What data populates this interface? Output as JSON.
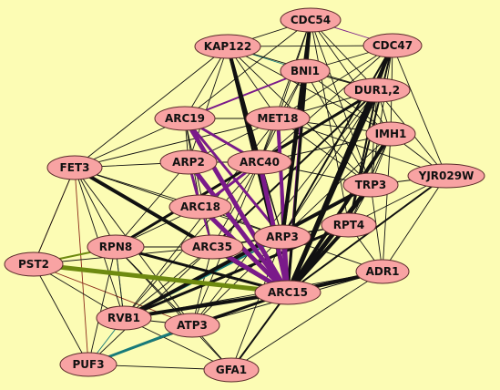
{
  "colors": {
    "background": "#fcfcb4",
    "node_fill": "#f8a3a3",
    "node_stroke": "#5a2a2a",
    "edge_default": "#111111",
    "edge_purple": "#7a1a8a",
    "edge_olive": "#6e8a10",
    "edge_teal": "#177a7a",
    "edge_brown": "#8a2a1a"
  },
  "nodes": [
    {
      "id": "CDC54",
      "label": "CDC54"
    },
    {
      "id": "KAP122",
      "label": "KAP122"
    },
    {
      "id": "CDC47",
      "label": "CDC47"
    },
    {
      "id": "BNI1",
      "label": "BNI1"
    },
    {
      "id": "DUR12",
      "label": "DUR1,2"
    },
    {
      "id": "ARC19",
      "label": "ARC19"
    },
    {
      "id": "MET18",
      "label": "MET18"
    },
    {
      "id": "IMH1",
      "label": "IMH1"
    },
    {
      "id": "FET3",
      "label": "FET3"
    },
    {
      "id": "ARP2",
      "label": "ARP2"
    },
    {
      "id": "ARC40",
      "label": "ARC40"
    },
    {
      "id": "YJR029W",
      "label": "YJR029W"
    },
    {
      "id": "TRP3",
      "label": "TRP3"
    },
    {
      "id": "ARC18",
      "label": "ARC18"
    },
    {
      "id": "RPT4",
      "label": "RPT4"
    },
    {
      "id": "ARP3",
      "label": "ARP3"
    },
    {
      "id": "RPN8",
      "label": "RPN8"
    },
    {
      "id": "ARC35",
      "label": "ARC35"
    },
    {
      "id": "PST2",
      "label": "PST2"
    },
    {
      "id": "ADR1",
      "label": "ADR1"
    },
    {
      "id": "ARC15",
      "label": "ARC15"
    },
    {
      "id": "RVB1",
      "label": "RVB1"
    },
    {
      "id": "ATP3",
      "label": "ATP3"
    },
    {
      "id": "PUF3",
      "label": "PUF3"
    },
    {
      "id": "GFA1",
      "label": "GFA1"
    }
  ],
  "edges": [
    [
      "ARC15",
      "ARC19",
      "purple",
      5
    ],
    [
      "ARC15",
      "ARP2",
      "purple",
      5
    ],
    [
      "ARC15",
      "ARC40",
      "purple",
      5
    ],
    [
      "ARC15",
      "ARC18",
      "purple",
      5
    ],
    [
      "ARC15",
      "MET18",
      "purple",
      4
    ],
    [
      "ARC15",
      "ARC35",
      "purple",
      5
    ],
    [
      "ARC15",
      "BNI1",
      "purple",
      3
    ],
    [
      "ARC15",
      "ARP3",
      "purple",
      4
    ],
    [
      "ARC19",
      "ARC40",
      "purple",
      3
    ],
    [
      "ARC19",
      "ARP3",
      "purple",
      3
    ],
    [
      "ARP2",
      "ARC18",
      "purple",
      3
    ],
    [
      "ARP2",
      "ARC35",
      "purple",
      2
    ],
    [
      "ARC40",
      "ARC18",
      "purple",
      3
    ],
    [
      "BNI1",
      "ARC19",
      "purple",
      2
    ],
    [
      "CDC54",
      "CDC47",
      "purple",
      1
    ],
    [
      "PST2",
      "ARC15",
      "olive",
      5
    ],
    [
      "PST2",
      "RPN8",
      "olive",
      2
    ],
    [
      "RVB1",
      "ARP3",
      "teal",
      2
    ],
    [
      "PUF3",
      "ATP3",
      "teal",
      3
    ],
    [
      "KAP122",
      "BNI1",
      "teal",
      1
    ],
    [
      "RVB1",
      "PUF3",
      "teal",
      1
    ],
    [
      "RVB1",
      "RPN8",
      "teal",
      1
    ],
    [
      "FET3",
      "PUF3",
      "brown",
      1
    ],
    [
      "FET3",
      "PST2",
      "brown",
      1
    ],
    [
      "PST2",
      "ATP3",
      "brown",
      1
    ],
    [
      "ARC15",
      "CDC54",
      "black",
      3
    ],
    [
      "ARC15",
      "CDC47",
      "black",
      4
    ],
    [
      "ARC15",
      "DUR12",
      "black",
      5
    ],
    [
      "ARC15",
      "IMH1",
      "black",
      4
    ],
    [
      "ARC15",
      "TRP3",
      "black",
      5
    ],
    [
      "ARC15",
      "RPT4",
      "black",
      4
    ],
    [
      "ARC15",
      "ADR1",
      "black",
      4
    ],
    [
      "ARC15",
      "RPN8",
      "black",
      3
    ],
    [
      "ARC15",
      "RVB1",
      "black",
      4
    ],
    [
      "ARC15",
      "ATP3",
      "black",
      3
    ],
    [
      "ARC15",
      "GFA1",
      "black",
      2
    ],
    [
      "ARC15",
      "FET3",
      "black",
      4
    ],
    [
      "ARC15",
      "KAP122",
      "black",
      3
    ],
    [
      "ARC15",
      "YJR029W",
      "black",
      2
    ],
    [
      "ARC15",
      "PUF3",
      "black",
      1
    ],
    [
      "KAP122",
      "ARC40",
      "black",
      4
    ],
    [
      "CDC54",
      "ARP3",
      "black",
      4
    ],
    [
      "BNI1",
      "ARP3",
      "black",
      4
    ],
    [
      "DUR12",
      "RPN8",
      "black",
      3
    ],
    [
      "DUR12",
      "ARC35",
      "black",
      2
    ],
    [
      "RVB1",
      "TRP3",
      "black",
      4
    ],
    [
      "RVB1",
      "RPT4",
      "black",
      3
    ],
    [
      "ATP3",
      "GFA1",
      "black",
      1
    ],
    [
      "RVB1",
      "GFA1",
      "black",
      1
    ],
    [
      "PUF3",
      "GFA1",
      "black",
      1
    ],
    [
      "PST2",
      "RVB1",
      "black",
      1
    ],
    [
      "PST2",
      "PUF3",
      "black",
      1
    ],
    [
      "PST2",
      "FET3",
      "black",
      1
    ],
    [
      "PST2",
      "ARC35",
      "black",
      1
    ],
    [
      "FET3",
      "RVB1",
      "black",
      1
    ],
    [
      "FET3",
      "ATP3",
      "black",
      1
    ],
    [
      "FET3",
      "ARC35",
      "black",
      1
    ],
    [
      "FET3",
      "ARC18",
      "black",
      1
    ],
    [
      "FET3",
      "ARP2",
      "black",
      1
    ],
    [
      "FET3",
      "ARC19",
      "black",
      1
    ],
    [
      "FET3",
      "KAP122",
      "black",
      1
    ],
    [
      "FET3",
      "MET18",
      "black",
      1
    ],
    [
      "FET3",
      "ARP3",
      "black",
      1
    ],
    [
      "FET3",
      "RPN8",
      "black",
      1
    ],
    [
      "KAP122",
      "CDC54",
      "black",
      1
    ],
    [
      "KAP122",
      "CDC47",
      "black",
      1
    ],
    [
      "KAP122",
      "ARC19",
      "black",
      1
    ],
    [
      "KAP122",
      "MET18",
      "black",
      1
    ],
    [
      "KAP122",
      "DUR12",
      "black",
      1
    ],
    [
      "KAP122",
      "IMH1",
      "black",
      1
    ],
    [
      "KAP122",
      "ARP2",
      "black",
      1
    ],
    [
      "KAP122",
      "ARP3",
      "black",
      1
    ],
    [
      "KAP122",
      "TRP3",
      "black",
      1
    ],
    [
      "CDC54",
      "BNI1",
      "black",
      1
    ],
    [
      "CDC54",
      "MET18",
      "black",
      1
    ],
    [
      "CDC54",
      "DUR12",
      "black",
      1
    ],
    [
      "CDC54",
      "ARC19",
      "black",
      1
    ],
    [
      "CDC54",
      "ARC40",
      "black",
      1
    ],
    [
      "CDC54",
      "IMH1",
      "black",
      1
    ],
    [
      "CDC54",
      "TRP3",
      "black",
      1
    ],
    [
      "CDC54",
      "RPT4",
      "black",
      1
    ],
    [
      "CDC47",
      "BNI1",
      "black",
      1
    ],
    [
      "CDC47",
      "DUR12",
      "black",
      1
    ],
    [
      "CDC47",
      "MET18",
      "black",
      1
    ],
    [
      "CDC47",
      "IMH1",
      "black",
      1
    ],
    [
      "CDC47",
      "YJR029W",
      "black",
      1
    ],
    [
      "CDC47",
      "TRP3",
      "black",
      1
    ],
    [
      "CDC47",
      "ARC40",
      "black",
      1
    ],
    [
      "CDC47",
      "ARP3",
      "black",
      2
    ],
    [
      "CDC47",
      "RPT4",
      "black",
      2
    ],
    [
      "BNI1",
      "MET18",
      "black",
      1
    ],
    [
      "BNI1",
      "DUR12",
      "black",
      1
    ],
    [
      "BNI1",
      "ARC40",
      "black",
      1
    ],
    [
      "BNI1",
      "IMH1",
      "black",
      1
    ],
    [
      "BNI1",
      "TRP3",
      "black",
      1
    ],
    [
      "DUR12",
      "IMH1",
      "black",
      1
    ],
    [
      "DUR12",
      "MET18",
      "black",
      1
    ],
    [
      "DUR12",
      "ARC40",
      "black",
      1
    ],
    [
      "DUR12",
      "TRP3",
      "black",
      1
    ],
    [
      "DUR12",
      "RPT4",
      "black",
      2
    ],
    [
      "DUR12",
      "YJR029W",
      "black",
      1
    ],
    [
      "DUR12",
      "ARP3",
      "black",
      1
    ],
    [
      "DUR12",
      "ATP3",
      "black",
      1
    ],
    [
      "IMH1",
      "YJR029W",
      "black",
      1
    ],
    [
      "IMH1",
      "TRP3",
      "black",
      1
    ],
    [
      "IMH1",
      "MET18",
      "black",
      1
    ],
    [
      "IMH1",
      "ARC40",
      "black",
      1
    ],
    [
      "IMH1",
      "RPT4",
      "black",
      1
    ],
    [
      "IMH1",
      "ARP3",
      "black",
      1
    ],
    [
      "IMH1",
      "ADR1",
      "black",
      1
    ],
    [
      "YJR029W",
      "TRP3",
      "black",
      1
    ],
    [
      "YJR029W",
      "RPT4",
      "black",
      1
    ],
    [
      "YJR029W",
      "ADR1",
      "black",
      1
    ],
    [
      "YJR029W",
      "MET18",
      "black",
      1
    ],
    [
      "TRP3",
      "RPT4",
      "black",
      1
    ],
    [
      "TRP3",
      "ADR1",
      "black",
      1
    ],
    [
      "TRP3",
      "ARC40",
      "black",
      1
    ],
    [
      "TRP3",
      "MET18",
      "black",
      1
    ],
    [
      "RPT4",
      "ADR1",
      "black",
      1
    ],
    [
      "RPT4",
      "ARP3",
      "black",
      1
    ],
    [
      "RPT4",
      "ARC35",
      "black",
      1
    ],
    [
      "ADR1",
      "RVB1",
      "black",
      1
    ],
    [
      "ADR1",
      "ATP3",
      "black",
      1
    ],
    [
      "ADR1",
      "ARP3",
      "black",
      1
    ],
    [
      "ARC19",
      "MET18",
      "black",
      1
    ],
    [
      "ARC19",
      "ARP2",
      "black",
      1
    ],
    [
      "ARC19",
      "ARC18",
      "black",
      1
    ],
    [
      "ARC19",
      "ARC35",
      "black",
      1
    ],
    [
      "MET18",
      "ARC40",
      "black",
      1
    ],
    [
      "MET18",
      "ARP2",
      "black",
      1
    ],
    [
      "MET18",
      "ARP3",
      "black",
      1
    ],
    [
      "ARP2",
      "ARC40",
      "black",
      1
    ],
    [
      "ARP2",
      "RPN8",
      "black",
      1
    ],
    [
      "ARC40",
      "ARP3",
      "black",
      1
    ],
    [
      "ARC40",
      "ARC35",
      "black",
      1
    ],
    [
      "ARC18",
      "ARC35",
      "black",
      1
    ],
    [
      "ARC18",
      "RPN8",
      "black",
      1
    ],
    [
      "ARC18",
      "ARP3",
      "black",
      1
    ],
    [
      "RPN8",
      "ARC35",
      "black",
      1
    ],
    [
      "RPN8",
      "RVB1",
      "black",
      1
    ],
    [
      "RPN8",
      "ATP3",
      "black",
      1
    ],
    [
      "RPN8",
      "PUF3",
      "black",
      1
    ],
    [
      "ARC35",
      "RVB1",
      "black",
      1
    ],
    [
      "ARC35",
      "ATP3",
      "black",
      1
    ],
    [
      "ARC35",
      "ARP3",
      "black",
      1
    ],
    [
      "RVB1",
      "ATP3",
      "black",
      1
    ],
    [
      "ARP3",
      "ATP3",
      "black",
      1
    ],
    [
      "RVB1",
      "MET18",
      "black",
      1
    ],
    [
      "RVB1",
      "ARC40",
      "black",
      1
    ],
    [
      "ATP3",
      "MET18",
      "black",
      1
    ],
    [
      "GFA1",
      "ARP3",
      "black",
      1
    ],
    [
      "GFA1",
      "ADR1",
      "black",
      1
    ],
    [
      "GFA1",
      "RPN8",
      "black",
      1
    ],
    [
      "PUF3",
      "ARC35",
      "black",
      1
    ]
  ]
}
